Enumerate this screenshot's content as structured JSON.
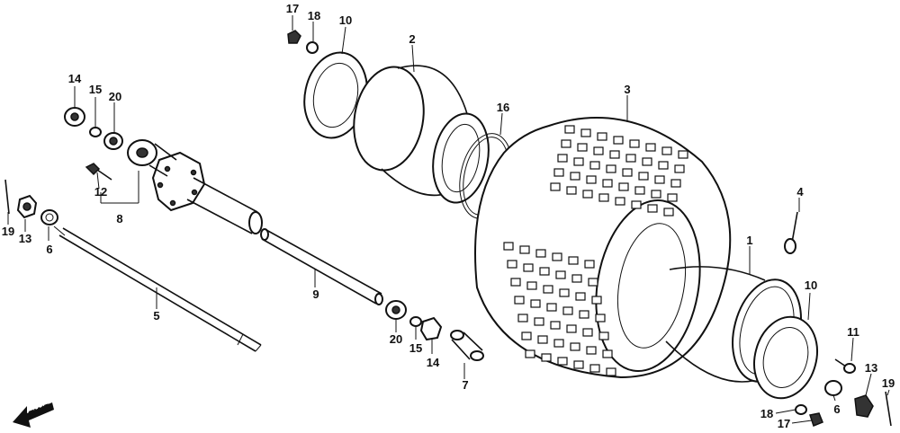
{
  "callouts": {
    "p1": "1",
    "p2": "2",
    "p3": "3",
    "p4": "4",
    "p5": "5",
    "p6a": "6",
    "p6b": "6",
    "p7": "7",
    "p8": "8",
    "p9": "9",
    "p10a": "10",
    "p10b": "10",
    "p11": "11",
    "p12": "12",
    "p13a": "13",
    "p13b": "13",
    "p14a": "14",
    "p14b": "14",
    "p15a": "15",
    "p15b": "15",
    "p16": "16",
    "p17a": "17",
    "p17b": "17",
    "p18a": "18",
    "p18b": "18",
    "p19a": "19",
    "p19b": "19",
    "p20a": "20",
    "p20b": "20"
  },
  "direction_label": "FWD"
}
